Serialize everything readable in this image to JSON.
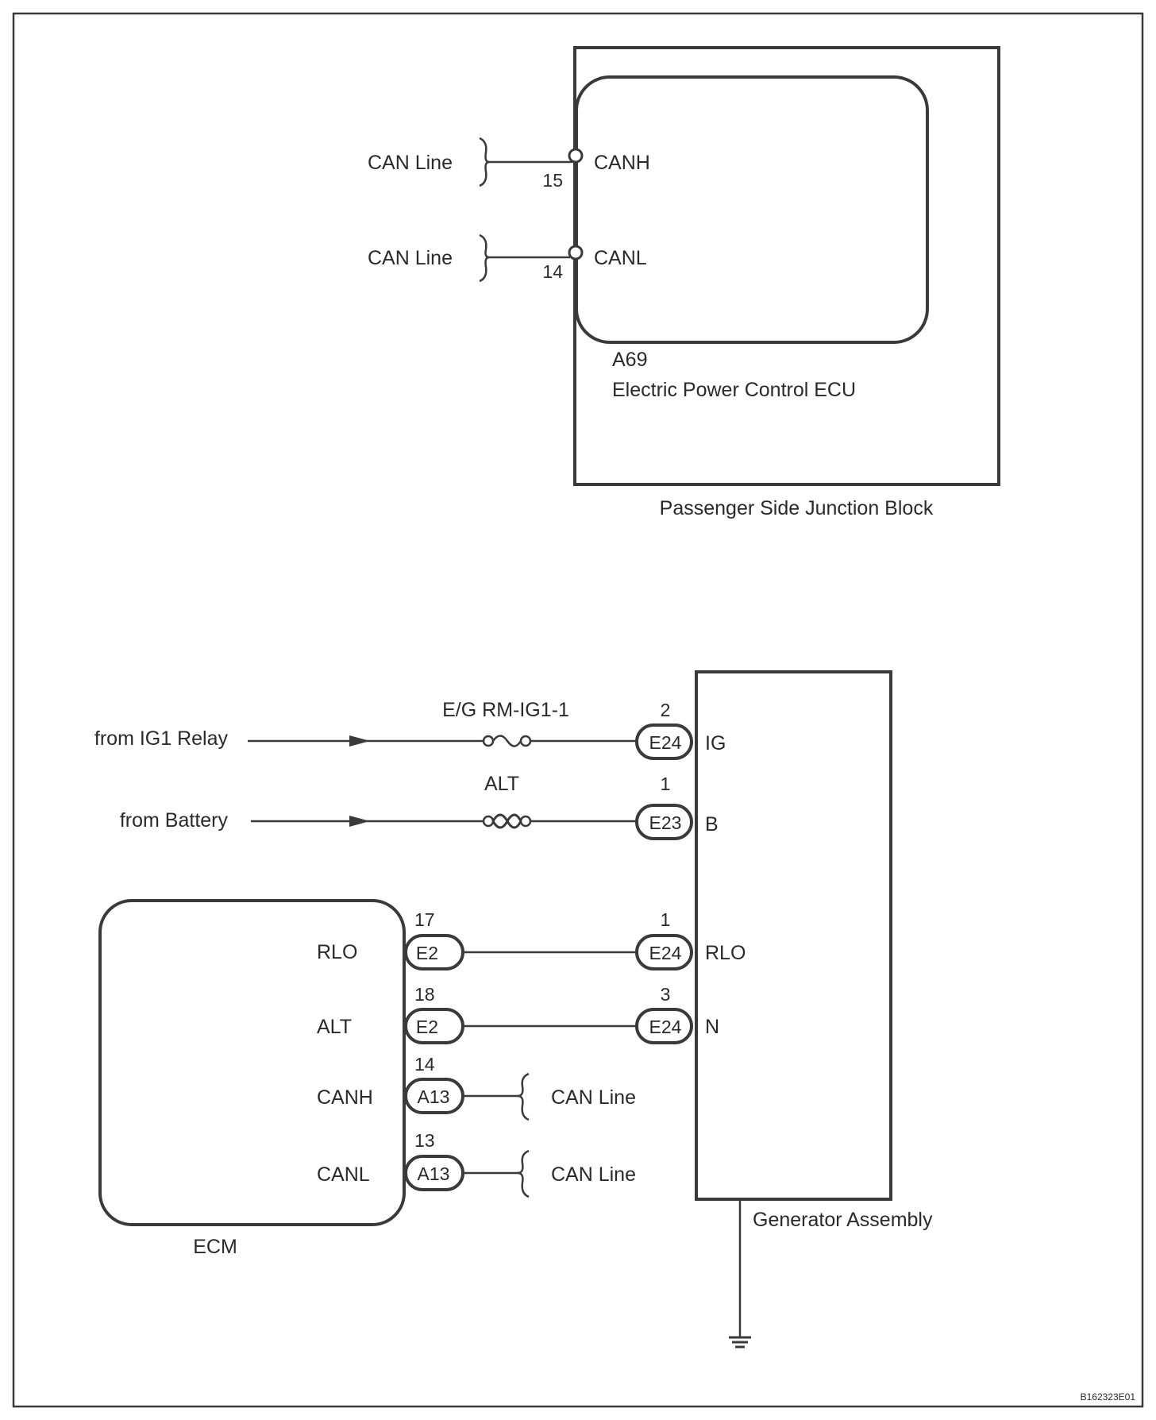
{
  "top": {
    "can_line_h": "CAN Line",
    "can_line_l": "CAN Line",
    "pin_canh": "15",
    "pin_canl": "14",
    "term_canh": "CANH",
    "term_canl": "CANL",
    "ecu_code": "A69",
    "ecu_name": "Electric Power Control ECU",
    "block_name": "Passenger Side Junction Block"
  },
  "supply": {
    "ig1_source": "from IG1 Relay",
    "battery_source": "from Battery",
    "fuse_ig": "E/G RM-IG1-1",
    "fuse_alt": "ALT",
    "ig_pin": "2",
    "ig_conn": "E24",
    "ig_term": "IG",
    "b_pin": "1",
    "b_conn": "E23",
    "b_term": "B"
  },
  "ecm": {
    "name": "ECM",
    "rlo_label": "RLO",
    "alt_label": "ALT",
    "canh_label": "CANH",
    "canl_label": "CANL",
    "rlo_pin": "17",
    "alt_pin": "18",
    "canh_pin": "14",
    "canl_pin": "13",
    "rlo_conn": "E2",
    "alt_conn": "E2",
    "canh_conn": "A13",
    "canl_conn": "A13",
    "canh_line": "CAN Line",
    "canl_line": "CAN Line"
  },
  "generator": {
    "name": "Generator Assembly",
    "rlo_pin": "1",
    "n_pin": "3",
    "rlo_conn": "E24",
    "n_conn": "E24",
    "rlo_term": "RLO",
    "n_term": "N"
  },
  "reference": "B162323E01"
}
